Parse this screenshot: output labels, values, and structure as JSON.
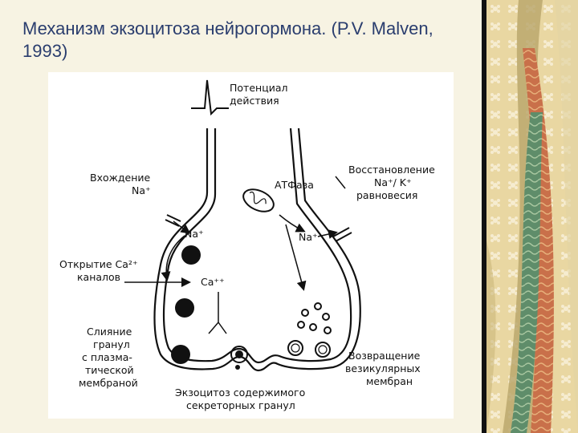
{
  "title": "Механизм экзоцитоза нейрогормона. (P.V. Malven, 1993)",
  "diagram": {
    "labels": {
      "action_potential_1": "Потенциал",
      "action_potential_2": "действия",
      "na_entry_1": "Вхождение",
      "na_entry_2": "Na⁺",
      "atpase": "АТФаза",
      "restore_1": "Восстановление",
      "restore_2": "Na⁺/ K⁺",
      "restore_3": "равновесия",
      "na_inside_left": "Na⁺",
      "na_inside_right": "Na⁺",
      "ca_open_1": "Открытие Ca²⁺",
      "ca_open_2": "каналов",
      "ca_ion": "Ca⁺⁺",
      "fusion_1": "Слияние",
      "fusion_2": "гранул",
      "fusion_3": "с плазма-",
      "fusion_4": "тической",
      "fusion_5": "мембраной",
      "exocytosis_1": "Экзоцитоз содержимого",
      "exocytosis_2": "секреторных гранул",
      "return_1": "Возвращение",
      "return_2": "везикулярных",
      "return_3": "мембран"
    }
  }
}
